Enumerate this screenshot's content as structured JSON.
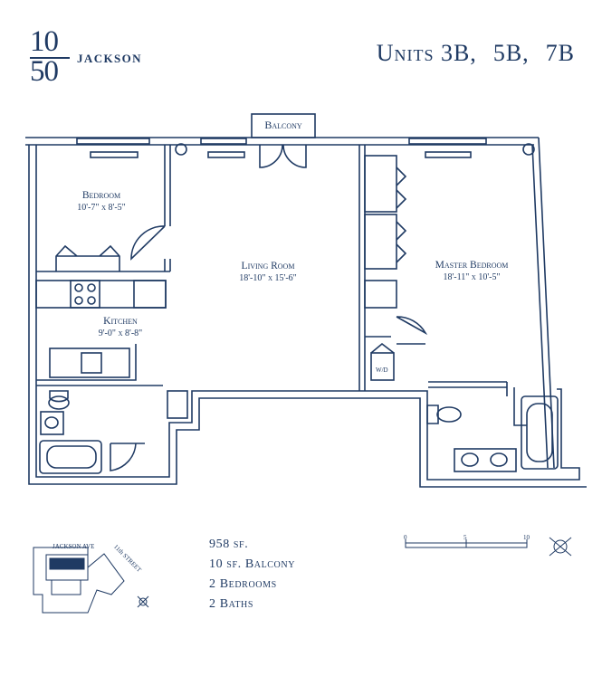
{
  "brand": {
    "number_top": "10",
    "number_bottom": "50",
    "name": "JACKSON"
  },
  "header": {
    "units": [
      "Units 3B,",
      "5B,",
      "7B"
    ]
  },
  "rooms": {
    "balcony": "Balcony",
    "bedroom": {
      "name": "Bedroom",
      "dims": "10'-7\" x 8'-5\""
    },
    "living": {
      "name": "Living Room",
      "dims": "18'-10\" x 15'-6\""
    },
    "master": {
      "name": "Master Bedroom",
      "dims": "18'-11\" x 10'-5\""
    },
    "kitchen": {
      "name": "Kitchen",
      "dims": "9'-0\" x 8'-8\""
    },
    "wd": "W/D"
  },
  "info": [
    "958 sf.",
    "10 sf. Balcony",
    "2 Bedrooms",
    "2 Baths"
  ],
  "scale": {
    "ticks": [
      "0",
      "5",
      "10"
    ]
  },
  "keymap": {
    "street_1": "JACKSON AVE",
    "street_2": "11th STREET"
  },
  "colors": {
    "ink": "#1f3a63",
    "highlight": "#1f3a63"
  }
}
